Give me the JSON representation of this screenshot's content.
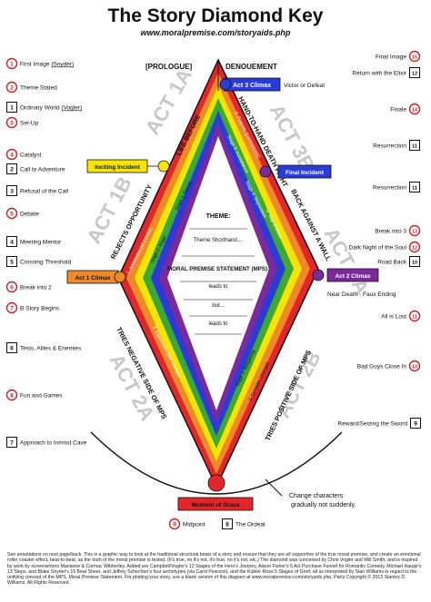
{
  "title": "The Story Diamond Key",
  "url": "www.moralpremise.com/storyaids.php",
  "prologue": "[PROLOGUE]",
  "denouement": "DENOUEMENT",
  "acts": {
    "act1a": "ACT 1A",
    "act1b": "ACT 1B",
    "act2a": "ACT 2A",
    "act2b": "ACT 2B",
    "act3a": "ACT 3A",
    "act3b": "ACT 3B"
  },
  "diamond_inner": {
    "theme": "THEME:",
    "theme_shorthand": "Theme Shorthand....",
    "mps": "MORAL PREMISE STATEMENT (MPS):",
    "leads_to": "leads to",
    "but": "but...",
    "leads_to_2": "leads to"
  },
  "side_labels": {
    "life_before": "LIFE BEFORE",
    "rejects_opportunity": "REJECTS OPPORTUNITY",
    "tries_negative": "TRIES NEGATIVE SIDE OF MPS",
    "tries_positive": "TRIES POSITIVE SIDE OF MPS",
    "back_against_wall": "BACK AGAINST A WALL",
    "hand_to_hand": "HAND-TO-HAND DEATH FIGHT"
  },
  "stage_labels": [
    "Stage 1: Denial",
    "Stage 2: Anger",
    "Stage 3: Bargaining",
    "Stage 4: Depression",
    "Stage 5: Acceptance",
    "1. Awareness (of a need)",
    "2. Consider (change)",
    "3. Experiment (with change)",
    "4. Trial of (new)",
    "5. Purpose (commitment)"
  ],
  "climax_boxes": {
    "act3_climax": "Act 3 Climax",
    "inciting_incident": "Inciting Incident",
    "final_incident": "Final Incident",
    "act1_climax": "Act 1 Climax",
    "act2_climax": "Act 2 Climax",
    "moment_of_grace": "Moment of Grace"
  },
  "victor": "Victor or Defeat",
  "near_death": "Near Death - Faux Ending",
  "change_note": "Change characters gradually not suddenly.",
  "left_annotations": [
    {
      "num": "1",
      "text": "First Image",
      "sub": "(Snyder)",
      "style": "circle"
    },
    {
      "num": "2",
      "text": "Theme Stated",
      "sub": "",
      "style": "circle"
    },
    {
      "num": "1",
      "text": "Ordinary World",
      "sub": "(Vogler)",
      "style": "square"
    },
    {
      "num": "3",
      "text": "Set-Up",
      "sub": "",
      "style": "circle"
    },
    {
      "num": "4",
      "text": "Catalyst",
      "sub": "",
      "style": "circle"
    },
    {
      "num": "2",
      "text": "Call to Adventure",
      "sub": "",
      "style": "square"
    },
    {
      "num": "3",
      "text": "Refusal of the Call",
      "sub": "",
      "style": "square"
    },
    {
      "num": "5",
      "text": "Debate",
      "sub": "",
      "style": "circle"
    },
    {
      "num": "4",
      "text": "Meeting Mentor",
      "sub": "",
      "style": "square"
    },
    {
      "num": "5",
      "text": "Crossing Threshold",
      "sub": "",
      "style": "square"
    },
    {
      "num": "6",
      "text": "Break into 2",
      "sub": "",
      "style": "circle"
    },
    {
      "num": "7",
      "text": "B Story Begins",
      "sub": "",
      "style": "circle"
    },
    {
      "num": "6",
      "text": "Tests, Allies &  Enemies",
      "sub": "",
      "style": "square"
    },
    {
      "num": "8",
      "text": "Fun and Games",
      "sub": "",
      "style": "circle"
    },
    {
      "num": "7",
      "text": "Approach to Inmost Cave",
      "sub": "",
      "style": "square"
    }
  ],
  "right_annotations": [
    {
      "num": "15",
      "text": "Final Image",
      "style": "circle"
    },
    {
      "num": "12",
      "text": "Return with the Elixir",
      "style": "square"
    },
    {
      "num": "14",
      "text": "Finale",
      "style": "circle"
    },
    {
      "num": "11",
      "text": "Resurrection",
      "style": "square"
    },
    {
      "num": "11",
      "text": "Resurrection",
      "style": "square"
    },
    {
      "num": "13",
      "text": "Break into 3",
      "style": "circle"
    },
    {
      "num": "12",
      "text": "Dark Night of the Soul",
      "style": "circle"
    },
    {
      "num": "10",
      "text": "Road Back",
      "style": "square"
    },
    {
      "num": "11",
      "text": "All is Lost",
      "style": "circle"
    },
    {
      "num": "10",
      "text": "Bad Guys Close In",
      "style": "circle"
    },
    {
      "num": "9",
      "text": "Reward/Seizing the Sword",
      "style": "square"
    }
  ],
  "bottom_annotations": [
    {
      "num": "9",
      "text": "Midpoint",
      "style": "circle"
    },
    {
      "num": "8",
      "text": "The Ordeal",
      "style": "square"
    }
  ],
  "footer": "See annotations on next page/back. This is a graphic way to look at the traditional structural beats of a story and ensure that they are all supportive of the true moral premise, and create an emotional roller coaster effect, beat-to-beat, as the truth of the moral premise is tested. (It's true, no it's not, it's true, no it's not, etc.) The diamond was conceived by Chris Vogler and Will Smith, and is inspired by work by screenwriters Marianne & Cormac Wibberley. Added are Campbell/Vogler's 12 Stages of the Hero's Journey, Alison Fisher's 5 Act Purchase Funnel for Romantic Comedy, Michael Hauge's 13 Steps, and Blake Snyder's 15 Beat Sheet, and Jeffrey Schechter's four archetypes (via Carol Pearson), and the Kübler-Ross 5 Stages of Grief, all as interpreted by Stan Williams in regard to the unifying concept of the MPS, Moral Premise Statement. For plotting your story, use a blank version of this diagram at www.moralpremise.com/storyaids.php. Parts Copyright © 2013 Stanley D. Williams. All Rights Reserved.",
  "colors": {
    "red": "#e3262b",
    "orange": "#f0892a",
    "yellow": "#f6e500",
    "green": "#3aaa35",
    "blue": "#2b3bd8",
    "purple": "#7b2a9b",
    "dark_red": "#9b1e20"
  }
}
